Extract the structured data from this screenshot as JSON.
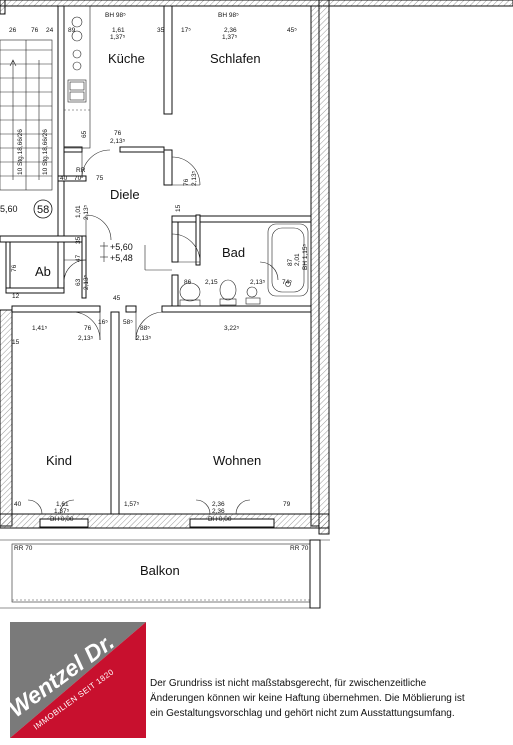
{
  "rooms": {
    "kueche": "Küche",
    "schlafen": "Schlafen",
    "diele": "Diele",
    "bad": "Bad",
    "ab": "Ab",
    "kind": "Kind",
    "wohnen": "Wohnen",
    "balkon": "Balkon"
  },
  "marker": "58",
  "levels": {
    "upper": "+5,60",
    "lower": "+5,48"
  },
  "stair": {
    "left": "10 Stg.18,66/26",
    "right": "10 Stg.18,66/26"
  },
  "dims": {
    "top_26": "26",
    "top_76": "76",
    "top_24": "24",
    "top_89": "89",
    "bh_kueche": "BH 98⁵",
    "w_kueche_1": "1,61",
    "w_kueche_2": "1,37⁵",
    "top_35": "35",
    "top_17": "17⁵",
    "bh_schlafen": "BH 98⁵",
    "w_schlafen_1": "2,36",
    "w_schlafen_2": "1,37⁵",
    "top_45": "45⁵",
    "d_65": "65",
    "d_76a": "76",
    "d_213a": "2,13⁵",
    "d_rr1": "RR",
    "d_70a": "70",
    "d_40a": "40",
    "d_75a": "75",
    "d_560": "5,60",
    "d_101": "1,01",
    "d_213b": "2,13⁵",
    "d_76s": "76",
    "d_213s": "2,13⁵",
    "d_15": "15",
    "d_35": "35",
    "d_47": "47",
    "d_63": "63",
    "d_213c": "2,13⁵",
    "d_76": "76",
    "d_12": "12",
    "d_45": "45",
    "d_16": "16⁵",
    "d_58": "58⁵",
    "d_141": "1,41⁵",
    "d_76b": "76",
    "d_213d": "2,13⁵",
    "d_88": "88⁵",
    "d_213e": "2,13⁵",
    "d_322": "3,22⁵",
    "d_15b": "15",
    "d_86": "86",
    "d_215": "2,15",
    "d_213f": "2,13⁵",
    "d_74": "74⁵",
    "d_87": "87",
    "d_201": "2,01",
    "d_bh115": "BH 1,15⁵",
    "d_40b": "40",
    "d_161": "1,61",
    "d_137": "1,37⁵",
    "d_bh100a": "BH 0,00",
    "d_157": "1,57⁵",
    "d_236a": "2,36",
    "d_236b": "2,36",
    "d_bh100b": "BH 0,00",
    "d_79": "79",
    "rr70a": "RR 70",
    "rr70b": "RR 70"
  },
  "logo": {
    "name": "Wentzel Dr.",
    "tagline": "IMMOBILIEN SEIT 1820"
  },
  "disclaimer": [
    "Der Grundriss ist nicht maßstabsgerecht, für zwischenzeitliche",
    "Änderungen können wir keine Haftung übernehmen. Die Möblierung ist",
    "ein Gestaltungsvorschlag und gehört nicht zum Ausstattungsumfang."
  ],
  "colors": {
    "brand": "#c8102e",
    "gray": "#7a7a7a"
  }
}
